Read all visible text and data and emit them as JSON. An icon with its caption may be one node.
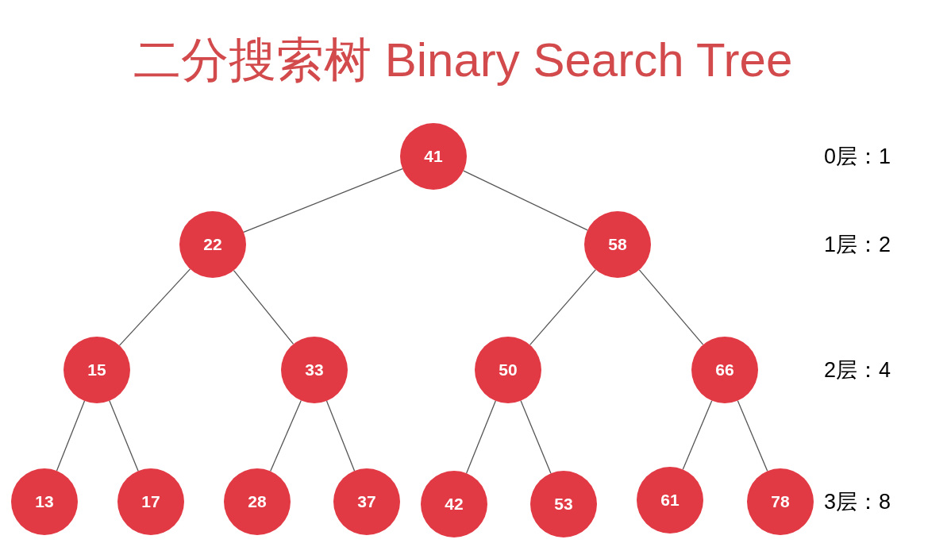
{
  "diagram": {
    "title": "二分搜索树 Binary Search Tree",
    "nodes": [
      {
        "text": [
          "41"
        ]
      },
      {
        "text": [
          "22"
        ]
      },
      {
        "text": [
          "58"
        ]
      },
      {
        "text": [
          "15"
        ]
      },
      {
        "text": [
          "33"
        ]
      },
      {
        "text": [
          "50"
        ]
      },
      {
        "text": [
          "66"
        ]
      },
      {
        "text": [
          "13"
        ]
      },
      {
        "text": [
          "17"
        ]
      },
      {
        "text": [
          "28"
        ]
      },
      {
        "text": [
          "37"
        ]
      },
      {
        "text": [
          "42"
        ]
      },
      {
        "text": [
          "53"
        ]
      },
      {
        "text": [
          "61"
        ]
      },
      {
        "text": [
          "78"
        ]
      }
    ],
    "edges": [
      {
        "from": 0,
        "to": 1,
        "arrow": "none"
      },
      {
        "from": 0,
        "to": 2,
        "arrow": "none"
      },
      {
        "from": 1,
        "to": 3,
        "arrow": "none"
      },
      {
        "from": 1,
        "to": 4,
        "arrow": "none"
      },
      {
        "from": 2,
        "to": 5,
        "arrow": "none"
      },
      {
        "from": 2,
        "to": 6,
        "arrow": "none"
      },
      {
        "from": 3,
        "to": 7,
        "arrow": "none"
      },
      {
        "from": 3,
        "to": 8,
        "arrow": "none"
      },
      {
        "from": 4,
        "to": 9,
        "arrow": "none"
      },
      {
        "from": 4,
        "to": 10,
        "arrow": "none"
      },
      {
        "from": 5,
        "to": 11,
        "arrow": "none"
      },
      {
        "from": 5,
        "to": 12,
        "arrow": "none"
      },
      {
        "from": 6,
        "to": 13,
        "arrow": "none"
      },
      {
        "from": 6,
        "to": 14,
        "arrow": "none"
      }
    ],
    "labels": [
      "0层：1",
      "1层：2",
      "2层：4",
      "3层：8"
    ]
  }
}
